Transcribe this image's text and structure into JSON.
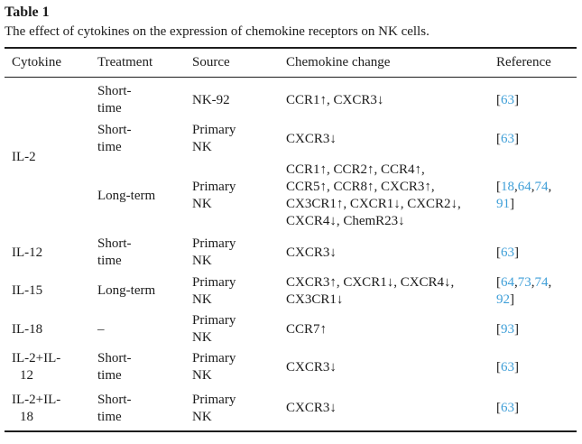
{
  "title": "Table 1",
  "caption": "The effect of cytokines on the expression of chemokine receptors on NK cells.",
  "colors": {
    "text": "#1b1b1b",
    "rule": "#1d1d1d",
    "citation_blue": "#3f9fd8"
  },
  "table": {
    "headers": [
      "Cytokine",
      "Treatment",
      "Source",
      "Chemokine change",
      "Reference"
    ],
    "rows": [
      {
        "cytokine": "IL-2",
        "treatment": "Short-\ntime",
        "source": "NK-92",
        "change": "CCR1↑, CXCR3↓",
        "refs": [
          [
            "63"
          ]
        ]
      },
      {
        "treatment": "Short-\ntime",
        "source": "Primary\nNK",
        "change": "CXCR3↓",
        "refs": [
          [
            "63"
          ]
        ]
      },
      {
        "treatment": "Long-term",
        "source": "Primary\nNK",
        "change": "CCR1↑, CCR2↑, CCR4↑,\nCCR5↑, CCR8↑, CXCR3↑,\nCX3CR1↑, CXCR1↓, CXCR2↓,\nCXCR4↓, ChemR23↓",
        "refs": [
          [
            "18",
            "64",
            "74"
          ],
          [
            "91"
          ]
        ]
      },
      {
        "cytokine": "IL-12",
        "treatment": "Short-\ntime",
        "source": "Primary\nNK",
        "change": "CXCR3↓",
        "refs": [
          [
            "63"
          ]
        ]
      },
      {
        "cytokine": "IL-15",
        "treatment": "Long-term",
        "source": "Primary\nNK",
        "change": "CXCR3↑, CXCR1↓, CXCR4↓,\nCX3CR1↓",
        "refs": [
          [
            "64",
            "73",
            "74"
          ],
          [
            "92"
          ]
        ]
      },
      {
        "cytokine": "IL-18",
        "treatment": "–",
        "source": "Primary\nNK",
        "change": "CCR7↑",
        "refs": [
          [
            "93"
          ]
        ]
      },
      {
        "cytokine": "IL-2+IL-\n12",
        "treatment": "Short-\ntime",
        "source": "Primary\nNK",
        "change": "CXCR3↓",
        "refs": [
          [
            "63"
          ]
        ]
      },
      {
        "cytokine": "IL-2+IL-\n18",
        "treatment": "Short-\ntime",
        "source": "Primary\nNK",
        "change": "CXCR3↓",
        "refs": [
          [
            "63"
          ]
        ]
      }
    ]
  }
}
